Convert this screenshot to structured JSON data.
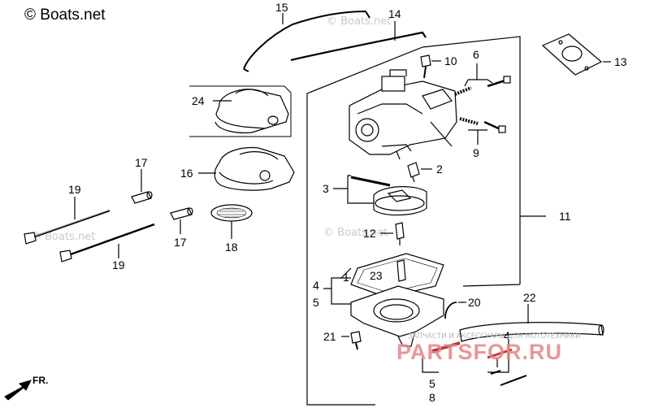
{
  "brand": {
    "text": "© Boats.net"
  },
  "watermarks": {
    "boats": "© Boats.net",
    "shop_line": "ЗАПЧАСТИ И АКСЕССУАРЫ ДЛЯ МОТОТЕХНИКИ",
    "shop_logo": "PARTSFOR.RU"
  },
  "direction": {
    "label": "FR."
  },
  "callouts": {
    "p1": "1",
    "p2": "2",
    "p3": "3",
    "p4a": "4",
    "p4b": "4",
    "p5a": "5",
    "p5b": "5",
    "p6": "6",
    "p8": "8",
    "p9": "9",
    "p10": "10",
    "p11": "11",
    "p12": "12",
    "p13": "13",
    "p14": "14",
    "p15": "15",
    "p16": "16",
    "p17a": "17",
    "p17b": "17",
    "p18": "18",
    "p19a": "19",
    "p19b": "19",
    "p20": "20",
    "p21": "21",
    "p22": "22",
    "p23": "23",
    "p24": "24"
  }
}
